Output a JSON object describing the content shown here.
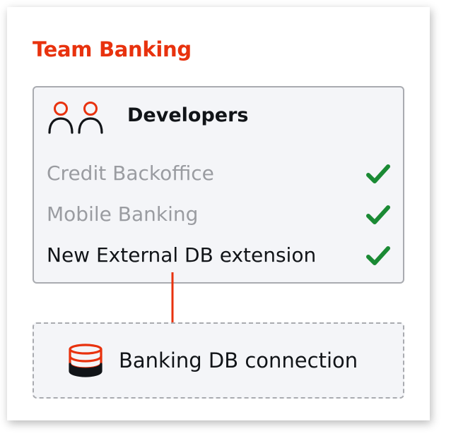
{
  "team": {
    "title": "Team Banking",
    "accent_color": "#e8320e"
  },
  "group": {
    "name": "Developers",
    "icon": "users-icon",
    "projects": [
      {
        "label": "Credit Backoffice",
        "state": "muted",
        "status_icon": "check-icon"
      },
      {
        "label": "Mobile Banking",
        "state": "muted",
        "status_icon": "check-icon"
      },
      {
        "label": "New External DB extension",
        "state": "active",
        "status_icon": "check-icon"
      }
    ]
  },
  "connection": {
    "label": "Banking DB connection",
    "icon": "database-icon"
  },
  "colors": {
    "check": "#1a8a34",
    "arrow": "#e8320e",
    "text": "#111418",
    "muted_text": "#9a9ca1"
  }
}
